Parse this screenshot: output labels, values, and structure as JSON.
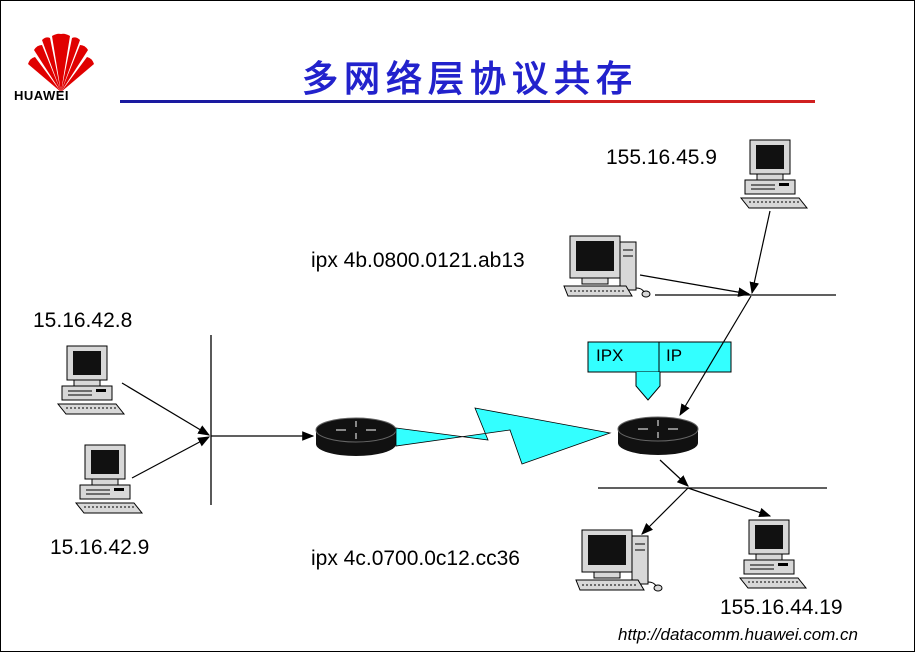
{
  "header": {
    "brand": "HUAWEI",
    "title": "多网络层协议共存"
  },
  "hosts": {
    "top_right_ip": "155.16.45.9",
    "top_ipx": "ipx  4b.0800.0121.ab13",
    "left_top_ip": "15.16.42.8",
    "left_bottom_ip": "15.16.42.9",
    "bottom_ipx": "ipx  4c.0700.0c12.cc36",
    "bottom_right_ip": "155.16.44.19"
  },
  "protocols": {
    "ipx": "IPX",
    "ip": "IP"
  },
  "colors": {
    "title": "#2222cc",
    "protocol_box": "#33ffff",
    "wan_link": "#33ffff",
    "logo_red": "#e00000"
  },
  "footer": {
    "url": "http://datacomm.huawei.com.cn"
  }
}
